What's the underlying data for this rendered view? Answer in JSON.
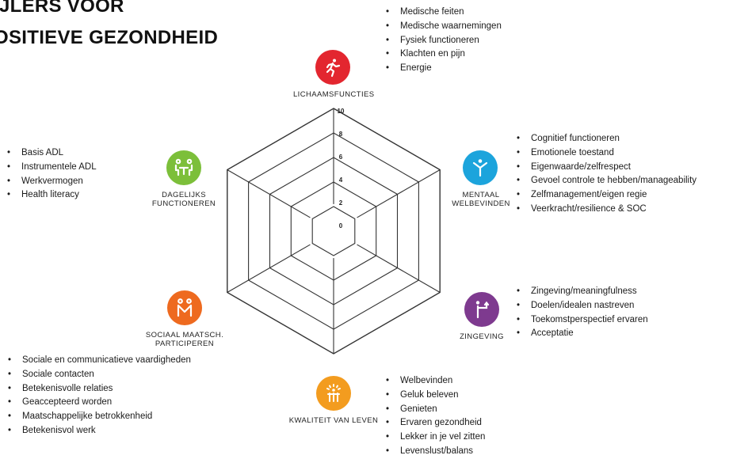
{
  "title": {
    "line1": "IJLERS VOOR",
    "line2": "OSITIEVE GEZONDHEID"
  },
  "scale": {
    "ticks": [
      "0",
      "2",
      "4",
      "6",
      "8",
      "10"
    ]
  },
  "dimensions": [
    {
      "id": "lichaamsfuncties",
      "label_lines": [
        "LICHAAMSFUNCTIES"
      ],
      "color": "#e3262f",
      "icon": "running-person-icon",
      "items": [
        "Medische feiten",
        "Medische waarnemingen",
        "Fysiek functioneren",
        "Klachten en pijn",
        "Energie"
      ]
    },
    {
      "id": "mentaal",
      "label_lines": [
        "MENTAAL",
        "WELBEVINDEN"
      ],
      "color": "#1ca4dc",
      "icon": "person-arms-up-icon",
      "items": [
        "Cognitief functioneren",
        "Emotionele toestand",
        "Eigenwaarde/zelfrespect",
        "Gevoel controle te hebben/manageability",
        "Zelfmanagement/eigen regie",
        "Veerkracht/resilience & SOC"
      ]
    },
    {
      "id": "zingeving",
      "label_lines": [
        "ZINGEVING"
      ],
      "color": "#7e3a8f",
      "icon": "person-pointing-icon",
      "items": [
        "Zingeving/meaningfulness",
        "Doelen/idealen nastreven",
        "Toekomstperspectief ervaren",
        "Acceptatie"
      ]
    },
    {
      "id": "kwaliteit",
      "label_lines": [
        "KWALITEIT VAN LEVEN"
      ],
      "color": "#f39c1f",
      "icon": "happy-people-icon",
      "items": [
        "Welbevinden",
        "Geluk beleven",
        "Genieten",
        "Ervaren gezondheid",
        "Lekker in je vel zitten",
        "Levenslust/balans"
      ]
    },
    {
      "id": "sociaal",
      "label_lines": [
        "SOCIAAL MAATSCH.",
        "PARTICIPEREN"
      ],
      "color": "#ee6a1f",
      "icon": "two-people-icon",
      "items": [
        "Sociale en communicatieve vaardigheden",
        "Sociale contacten",
        "Betekenisvolle relaties",
        "Geaccepteerd worden",
        "Maatschappelijke betrokkenheid",
        "Betekenisvol werk"
      ]
    },
    {
      "id": "dagelijks",
      "label_lines": [
        "DAGELIJKS",
        "FUNCTIONEREN"
      ],
      "color": "#7cbf3a",
      "icon": "people-at-table-icon",
      "items": [
        "Basis ADL",
        "Instrumentele ADL",
        "Werkvermogen",
        "Health literacy"
      ]
    }
  ]
}
